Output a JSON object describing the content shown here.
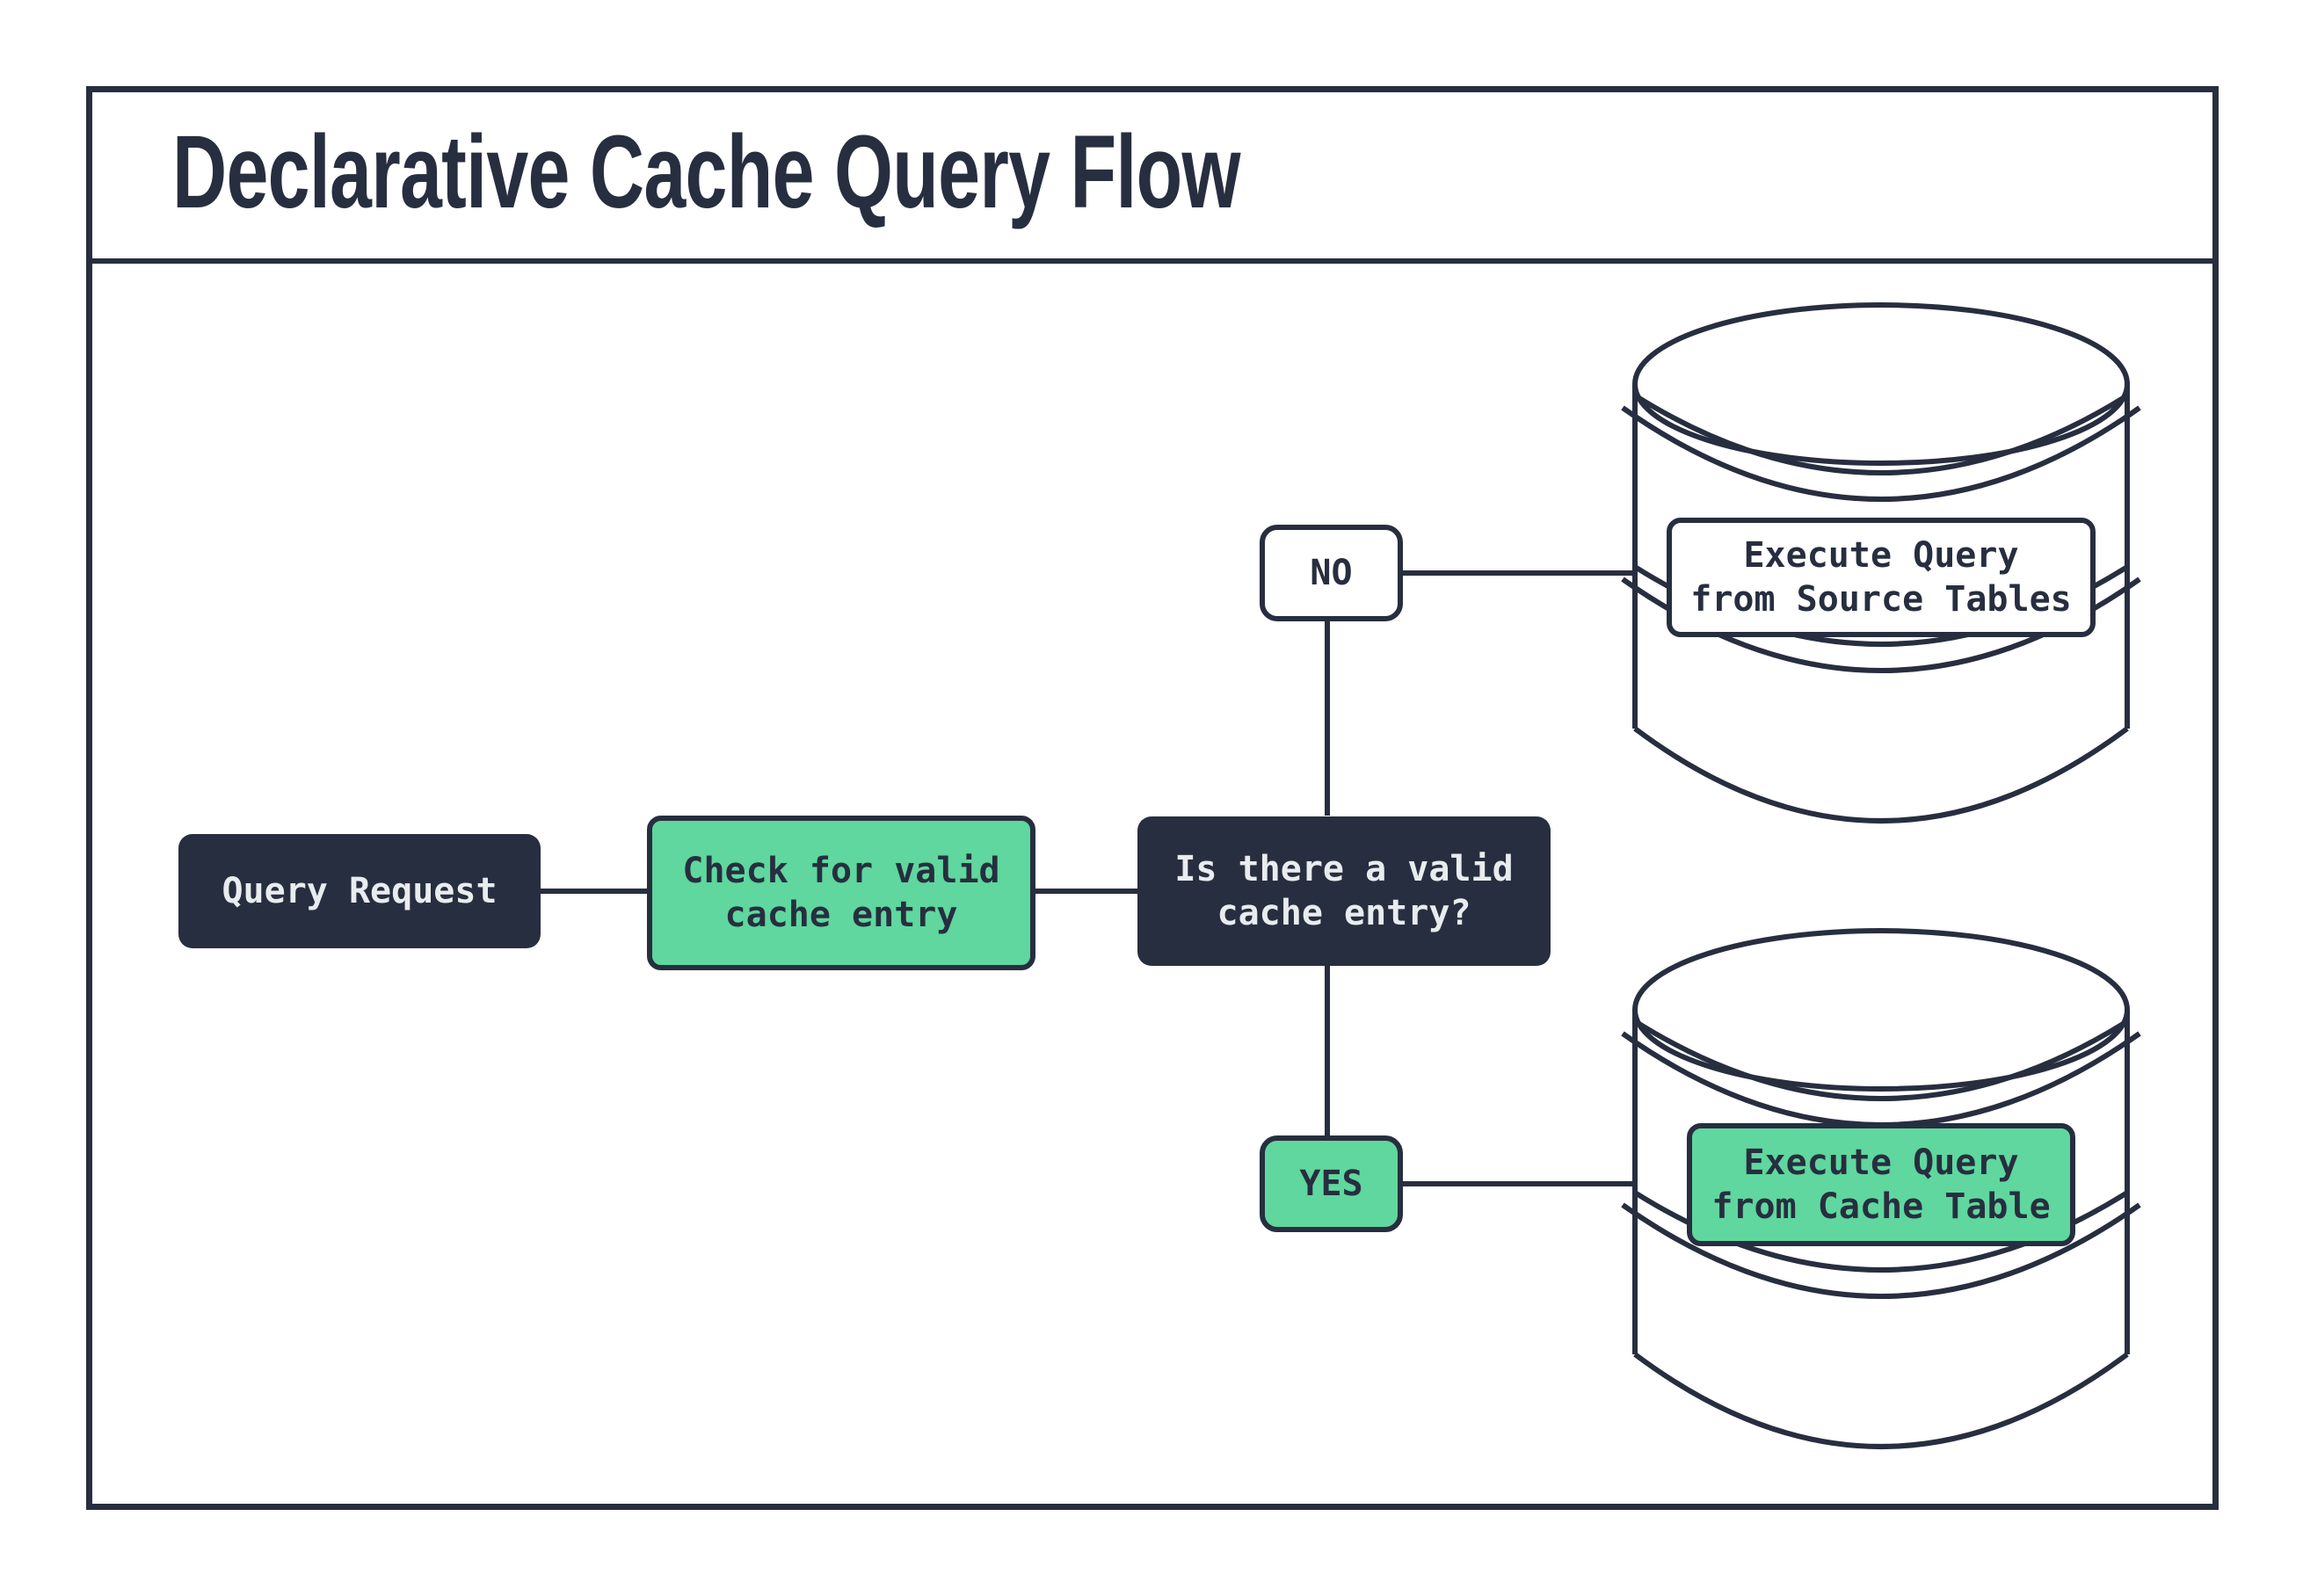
{
  "title": "Declarative Cache Query Flow",
  "nodes": {
    "query_request": {
      "label": "Query Request"
    },
    "check_cache": {
      "label": "Check for valid\ncache entry"
    },
    "decision": {
      "label": "Is there a valid\ncache entry?"
    },
    "branch_no": {
      "label": "NO"
    },
    "branch_yes": {
      "label": "YES"
    },
    "execute_source": {
      "label": "Execute Query\nfrom Source Tables"
    },
    "execute_cache": {
      "label": "Execute Query\nfrom Cache Table"
    }
  },
  "colors": {
    "navy": "#272e3f",
    "green": "#5fd79e",
    "background": "#ffffff",
    "light_text": "#e9ecef"
  }
}
